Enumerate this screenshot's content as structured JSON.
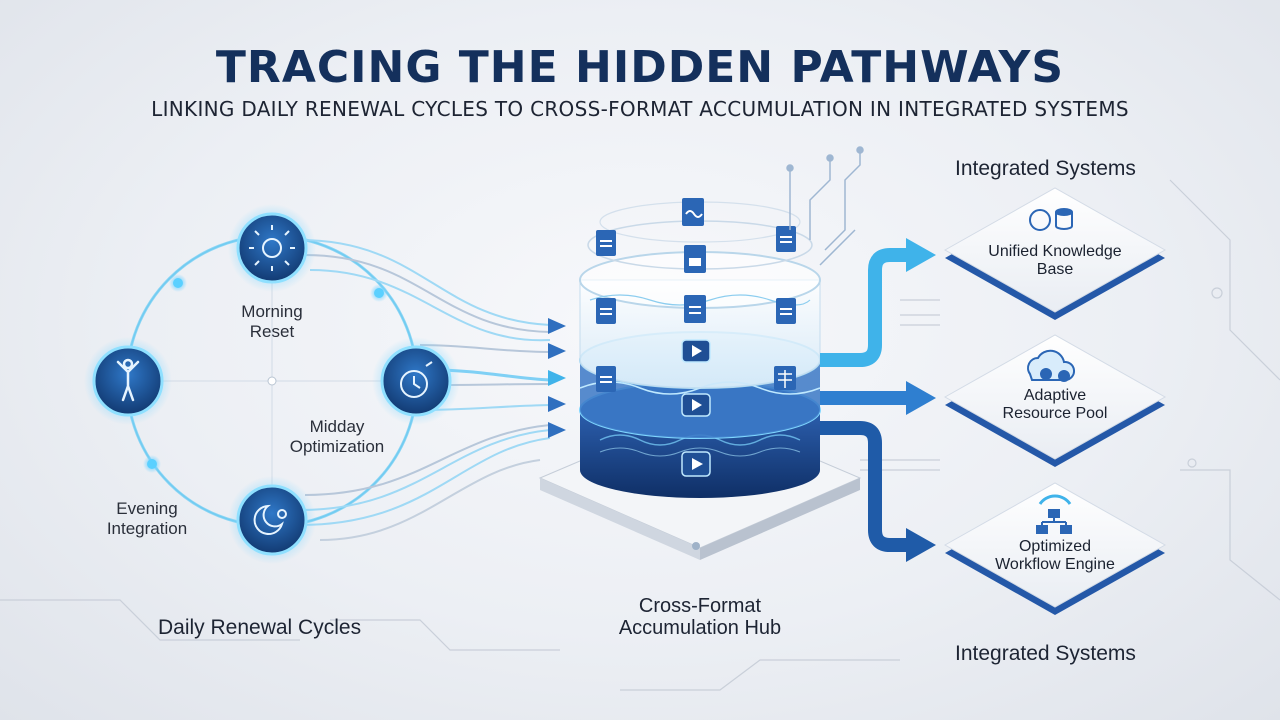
{
  "header": {
    "title": "TRACING THE HIDDEN PATHWAYS",
    "subtitle": "LINKING DAILY RENEWAL CYCLES TO CROSS-FORMAT ACCUMULATION IN INTEGRATED SYSTEMS"
  },
  "cycle": {
    "section_label": "Daily Renewal Cycles",
    "nodes": [
      {
        "label_line1": "Morning",
        "label_line2": "Reset",
        "icon": "sun-icon"
      },
      {
        "label_line1": "Midday",
        "label_line2": "Optimization",
        "icon": "clock-icon"
      },
      {
        "label_line1": "Evening",
        "label_line2": "Integration",
        "icon": "moon-icon"
      },
      {
        "icon": "person-icon"
      }
    ]
  },
  "hub": {
    "label_line1": "Cross-Format",
    "label_line2": "Accumulation Hub",
    "icons": [
      "document-icon",
      "chart-file-icon",
      "video-icon",
      "spreadsheet-icon"
    ]
  },
  "systems": {
    "top_label": "Integrated Systems",
    "bottom_label": "Integrated Systems",
    "cards": [
      {
        "line1": "Unified Knowledge",
        "line2": "Base",
        "icon": "brain-database-icon"
      },
      {
        "line1": "Adaptive",
        "line2": "Resource Pool",
        "icon": "cloud-gear-icon"
      },
      {
        "line1": "Optimized",
        "line2": "Workflow Engine",
        "icon": "workflow-icon"
      }
    ]
  },
  "colors": {
    "title": "#14305c",
    "node_fill": "#1c4f8f",
    "glow": "#4cc3f2",
    "arrow_light": "#3fb3ea",
    "arrow_dark": "#1f5ba8"
  }
}
